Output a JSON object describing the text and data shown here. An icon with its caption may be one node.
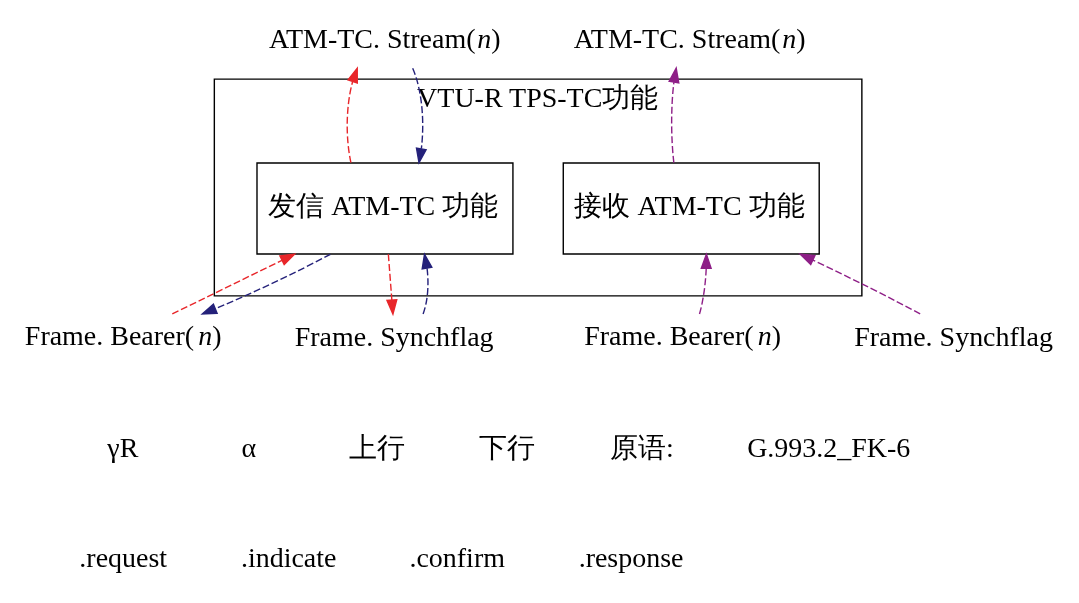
{
  "diagram": {
    "nodes": [
      {
        "text": [
          "VTU-R TPS-TC功能"
        ]
      },
      {
        "text": [
          "发信 ATM-TC 功能"
        ],
        "in": 0
      },
      {
        "text": [
          "接收 ATM-TC 功能"
        ],
        "in": 0
      },
      {
        "text": [
          "ATM-TC. Stream(*n*)"
        ]
      },
      {
        "text": [
          "ATM-TC. Stream(*n*)"
        ]
      },
      {
        "text": [
          "Frame. Bearer(*n*)"
        ]
      },
      {
        "text": [
          "Frame. Synchflag"
        ]
      },
      {
        "text": [
          "Frame. Bearer(*n*)"
        ]
      },
      {
        "text": [
          "Frame. Synchflag"
        ]
      }
    ],
    "edges": [
      {
        "from": 1,
        "to": 3,
        "arrow": "to",
        "style": "dashed",
        "color": "#e8262a"
      },
      {
        "from": 3,
        "to": 1,
        "arrow": "to",
        "style": "dashed",
        "color": "#24217a"
      },
      {
        "from": 5,
        "to": 1,
        "arrow": "to",
        "style": "dashed",
        "color": "#e8262a"
      },
      {
        "from": 1,
        "to": 5,
        "arrow": "to",
        "style": "dashed",
        "color": "#24217a"
      },
      {
        "from": 1,
        "to": 6,
        "arrow": "to",
        "style": "dashed",
        "color": "#e8262a"
      },
      {
        "from": 6,
        "to": 1,
        "arrow": "to",
        "style": "dashed",
        "color": "#24217a"
      },
      {
        "from": 2,
        "to": 4,
        "arrow": "to",
        "style": "dashed",
        "color": "#8e1f87"
      },
      {
        "from": 7,
        "to": 2,
        "arrow": "to",
        "style": "dashed",
        "color": "#8e1f87"
      },
      {
        "from": 8,
        "to": 2,
        "arrow": "to",
        "style": "dashed",
        "color": "#8e1f87"
      }
    ],
    "labels": [
      "γR",
      "α",
      "上行",
      "下行",
      "原语:",
      "G.993.2_FK-6"
    ],
    "legend": [
      {
        "text": ".request"
      },
      {
        "text": ".indicate"
      },
      {
        "text": ".confirm"
      },
      {
        "text": ".response"
      }
    ]
  }
}
